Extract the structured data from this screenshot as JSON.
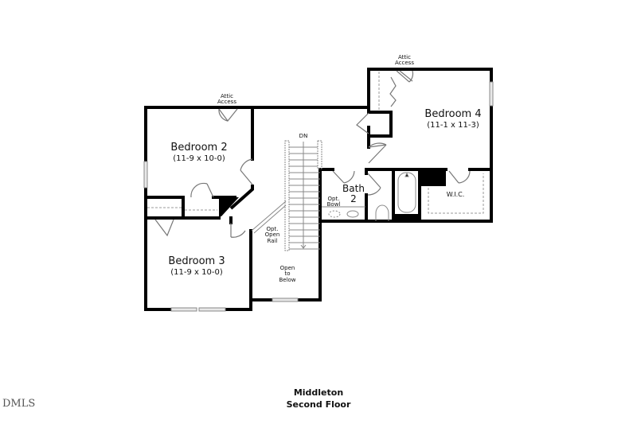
{
  "plan": {
    "title": "Middleton",
    "subtitle": "Second Floor",
    "watermark": "DMLS"
  },
  "rooms": [
    {
      "name": "Bedroom 4",
      "dims": "(11-1 x 11-3)"
    },
    {
      "name": "Bedroom 2",
      "dims": "(11-9 x 10-0)"
    },
    {
      "name": "Bedroom 3",
      "dims": "(11-9 x 10-0)"
    },
    {
      "name": "Bath",
      "name2": "2"
    },
    {
      "name": "W.I.C."
    }
  ],
  "labels": {
    "attic_access_1_line1": "Attic",
    "attic_access_1_line2": "Access",
    "attic_access_2_line1": "Attic",
    "attic_access_2_line2": "Access",
    "stairs_dn": "DN",
    "opt_open_rail_1": "Opt.",
    "opt_open_rail_2": "Open",
    "opt_open_rail_3": "Rail",
    "open_to_below_1": "Open",
    "open_to_below_2": "to",
    "open_to_below_3": "Below",
    "opt_bowl_1": "Opt.",
    "opt_bowl_2": "Bowl"
  }
}
